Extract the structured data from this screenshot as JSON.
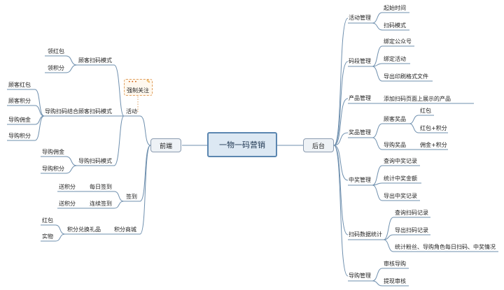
{
  "root": "一物一码营销",
  "left": {
    "label": "前端",
    "activity": {
      "label": "活动",
      "sticker": "强制关注",
      "customer_mode": {
        "label": "顾客扫码模式",
        "items": [
          "领红包",
          "领积分"
        ]
      },
      "combined_mode": {
        "label": "导购扫码结合顾客扫码模式",
        "items": [
          "顾客红包",
          "顾客积分",
          "导购佣金",
          "导购积分"
        ]
      },
      "guide_mode": {
        "label": "导购扫码模式",
        "items": [
          "导购佣金",
          "导购积分"
        ]
      }
    },
    "signin": {
      "label": "签到",
      "daily": {
        "label": "每日签到",
        "item": "送积分"
      },
      "streak": {
        "label": "连续签到",
        "item": "送积分"
      }
    },
    "mall": {
      "label": "积分商城",
      "exchange": {
        "label": "积分兑换礼品",
        "items": [
          "红包",
          "实物"
        ]
      }
    }
  },
  "right": {
    "label": "后台",
    "activity_mgmt": {
      "label": "活动管理",
      "items": [
        "起始时间",
        "扫码模式"
      ]
    },
    "code_mgmt": {
      "label": "码段管理",
      "items": [
        "绑定公众号",
        "绑定活动",
        "导出印刷格式文件"
      ]
    },
    "product_mgmt": {
      "label": "产品管理",
      "items": [
        "添加扫码页面上展示的产品"
      ]
    },
    "prize_mgmt": {
      "label": "奖品管理",
      "customer_prize": {
        "label": "顾客奖品",
        "items": [
          "红包",
          "红包+积分"
        ]
      },
      "guide_prize": {
        "label": "导购奖品",
        "items": [
          "佣金+积分"
        ]
      }
    },
    "win_mgmt": {
      "label": "中奖管理",
      "items": [
        "查询中奖记录",
        "统计中奖金额",
        "导出中奖记录"
      ]
    },
    "scan_stats": {
      "label": "扫码数据统计",
      "items": [
        "查询扫码记录",
        "导出扫码记录",
        "统计粉丝、导购角色每日扫码、中奖情况"
      ]
    },
    "guide_mgmt": {
      "label": "导购管理",
      "items": [
        "审核导购",
        "提现审核"
      ]
    }
  },
  "colors": {
    "line": "#6e8fae",
    "root_fill": "#dce8f3",
    "root_border": "#5b86b0",
    "note_border": "#e0a060"
  }
}
